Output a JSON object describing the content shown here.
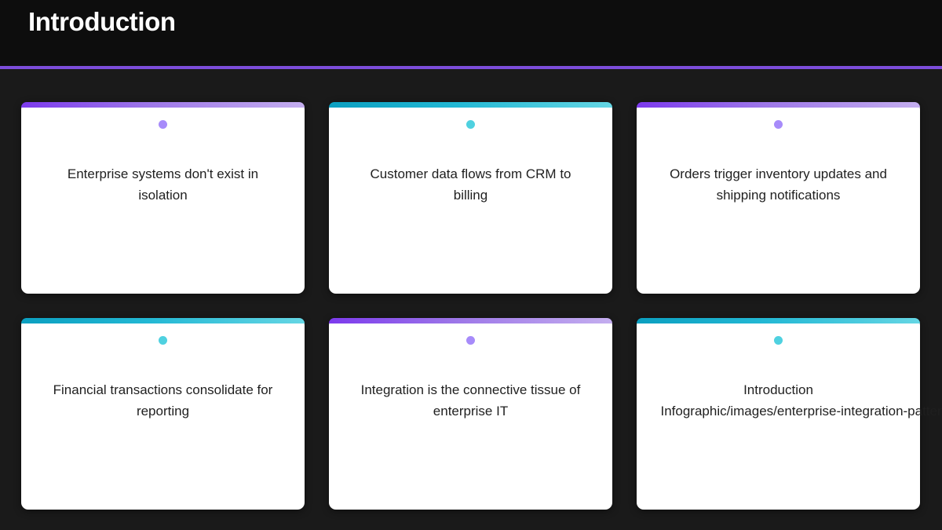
{
  "header": {
    "title": "Introduction",
    "accent_color": "#7c4ddb",
    "background": "#0d0d0d"
  },
  "page": {
    "background": "#1a1a1a"
  },
  "theme": {
    "purple_accent_start": "#7c3aed",
    "purple_accent_end": "#c4aeef",
    "teal_accent_start": "#0b9fc0",
    "teal_accent_end": "#65d6e4",
    "dot_purple": "#a78bfa",
    "dot_teal": "#4fd1e0",
    "card_background": "#ffffff",
    "card_text_color": "#1f1f1f"
  },
  "cards": [
    {
      "id": "card-1",
      "accent": "purple",
      "dot": "dot-purple",
      "text": "Enterprise systems don't exist in isolation"
    },
    {
      "id": "card-2",
      "accent": "teal",
      "dot": "dot-teal",
      "text": "Customer data flows from CRM to billing"
    },
    {
      "id": "card-3",
      "accent": "purple",
      "dot": "dot-purple",
      "text": "Orders trigger inventory updates and shipping notifications"
    },
    {
      "id": "card-4",
      "accent": "teal",
      "dot": "dot-teal",
      "text": "Financial transactions consolidate for reporting"
    },
    {
      "id": "card-5",
      "accent": "purple",
      "dot": "dot-purple",
      "text": "Integration is the connective tissue of enterprise IT"
    },
    {
      "id": "card-6",
      "accent": "teal",
      "dot": "dot-teal",
      "line1": "Introduction",
      "line2": "Infographic",
      "line3": "/images/enterprise-integration-patterns-strategy-intro"
    }
  ]
}
